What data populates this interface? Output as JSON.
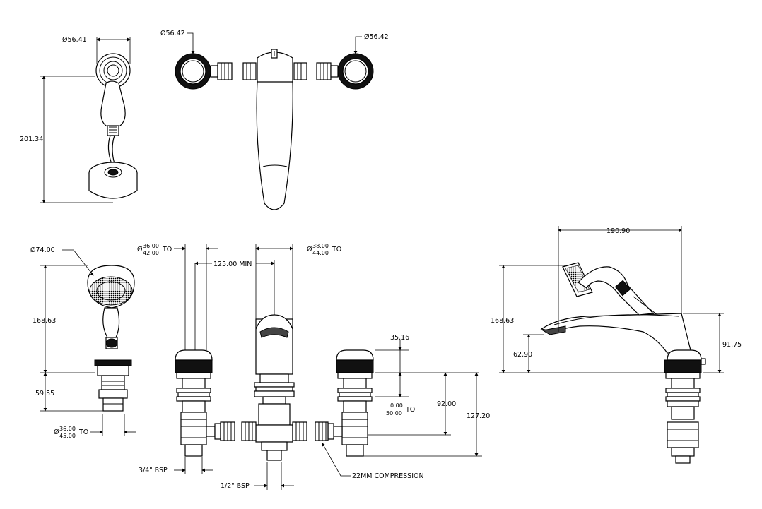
{
  "labels": {
    "top_handset_dia": "Ø56.41",
    "top_handle_left_dia": "Ø56.42",
    "top_handle_right_dia": "Ø56.42",
    "handset_height": "201.34",
    "shower_head_dia": "Ø74.00",
    "handset_front_height": "168.63",
    "handset_base_height": "59.55",
    "handset_base_dia_top": "36.00",
    "handset_base_dia_bottom": "45.00",
    "handset_base_to": "TO",
    "valve_dia_top": "36.00",
    "valve_dia_bottom": "42.00",
    "valve_to": "TO",
    "spout_dia_top": "38.00",
    "spout_dia_bottom": "44.00",
    "spout_to": "TO",
    "centers_min": "125.00 MIN",
    "handle_height": "35.16",
    "adjust_top": "0.00",
    "adjust_bottom": "50.00",
    "adjust_to": "TO",
    "height_92": "92.00",
    "height_127": "127.20",
    "bsp_34": "3/4\" BSP",
    "bsp_12": "1/2\" BSP",
    "compression": "22MM COMPRESSION",
    "side_reach": "190.90",
    "side_height": "168.63",
    "side_spout_height": "62.90",
    "side_body_height": "91.75",
    "dia_symbol": "Ø"
  }
}
